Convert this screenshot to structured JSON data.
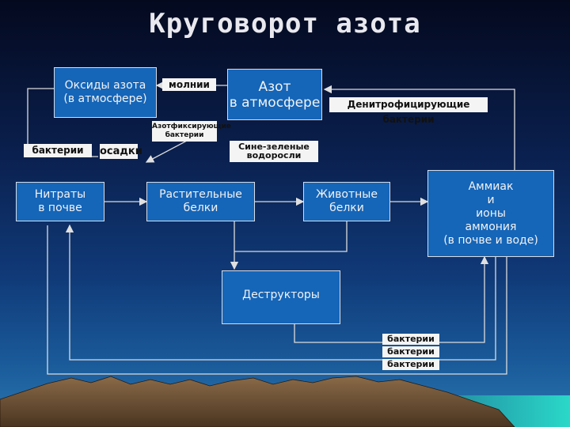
{
  "title": "Круговорот азота",
  "boxes": {
    "oxides": "Оксиды азота\n(в атмосфере)",
    "nitrogen": "Азот\nв атмосфере",
    "nitrates": "Нитраты\nв почве",
    "plant_proteins": "Растительные\nбелки",
    "animal_proteins": "Животные\nбелки",
    "ammonia": "Аммиак\nи\nионы\nаммония\n(в почве и воде)",
    "destructors": "Деструкторы"
  },
  "labels": {
    "lightning": "молнии",
    "denitrifying": "Денитрофицирующие бактерии",
    "nitrogen_fixing": "Азотфиксирующие\nбактерии",
    "blue_green": "Сине-зеленые\nводоросли",
    "bacteria_left": "бактерии",
    "precipitation": "осадки",
    "bacteria_1": "бактерии",
    "bacteria_2": "бактерии",
    "bacteria_3": "бактерии"
  }
}
